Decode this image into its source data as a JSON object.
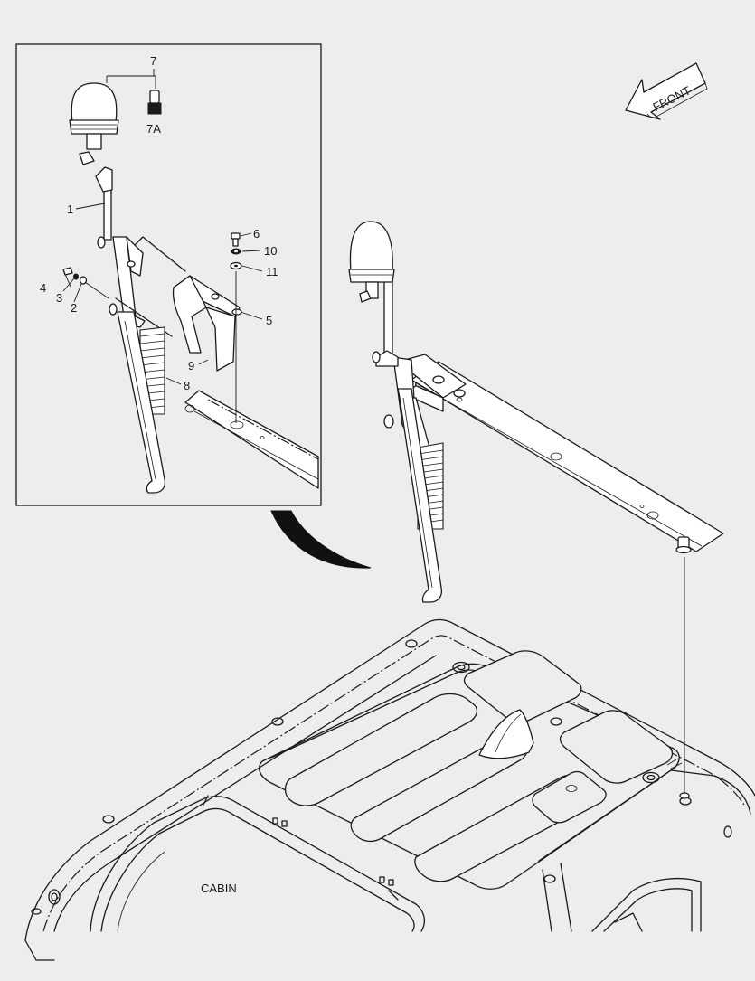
{
  "diagram": {
    "direction_label": "FRONT",
    "cabin_label": "CABIN",
    "callouts": [
      {
        "id": "7",
        "label": "7"
      },
      {
        "id": "7A",
        "label": "7A"
      },
      {
        "id": "1",
        "label": "1"
      },
      {
        "id": "6",
        "label": "6"
      },
      {
        "id": "10",
        "label": "10"
      },
      {
        "id": "11",
        "label": "11"
      },
      {
        "id": "4",
        "label": "4"
      },
      {
        "id": "3",
        "label": "3"
      },
      {
        "id": "2",
        "label": "2"
      },
      {
        "id": "5",
        "label": "5"
      },
      {
        "id": "9",
        "label": "9"
      },
      {
        "id": "8",
        "label": "8"
      }
    ],
    "colors": {
      "line": "#1a1a1a",
      "background": "#ededed",
      "part_fill": "#ffffff"
    }
  }
}
